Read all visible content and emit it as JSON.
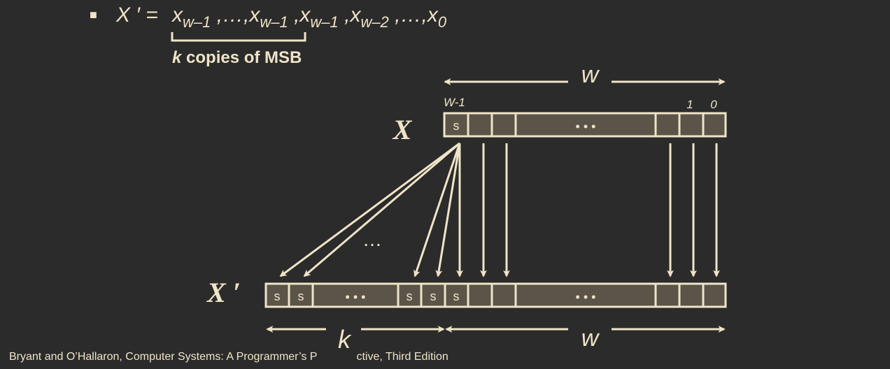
{
  "bullet": "■",
  "formula": {
    "lhs": "X ′ =",
    "terms": [
      {
        "base": "x",
        "sub": "w–1",
        "sep": " ,…,"
      },
      {
        "base": "x",
        "sub": "w–1",
        "sep": " ,"
      },
      {
        "base": "x",
        "sub": "w–1",
        "sep": " ,"
      },
      {
        "base": "x",
        "sub": "w–2",
        "sep": " ,…,"
      },
      {
        "base": "x",
        "sub": "0",
        "sep": ""
      }
    ],
    "brace_label_k": "k",
    "brace_label_rest": " copies of MSB"
  },
  "diagram": {
    "top_width_label": "w",
    "msb_index_label": "W-1",
    "bit1_label": "1",
    "bit0_label": "0",
    "x_label": "X",
    "xprime_label": "X ′",
    "sign_bit": "s",
    "dots": "• • •",
    "fanout_dots": "…",
    "bottom_k_label": "k",
    "bottom_w_label": "w"
  },
  "footer": {
    "left": "Bryant and O’Hallaron, Computer Systems: A Programmer’s P",
    "right": "ctive, Third Edition"
  },
  "colors": {
    "background": "#2b2b2b",
    "ink": "#efe4c8",
    "cell_fill": "#5a5449"
  }
}
